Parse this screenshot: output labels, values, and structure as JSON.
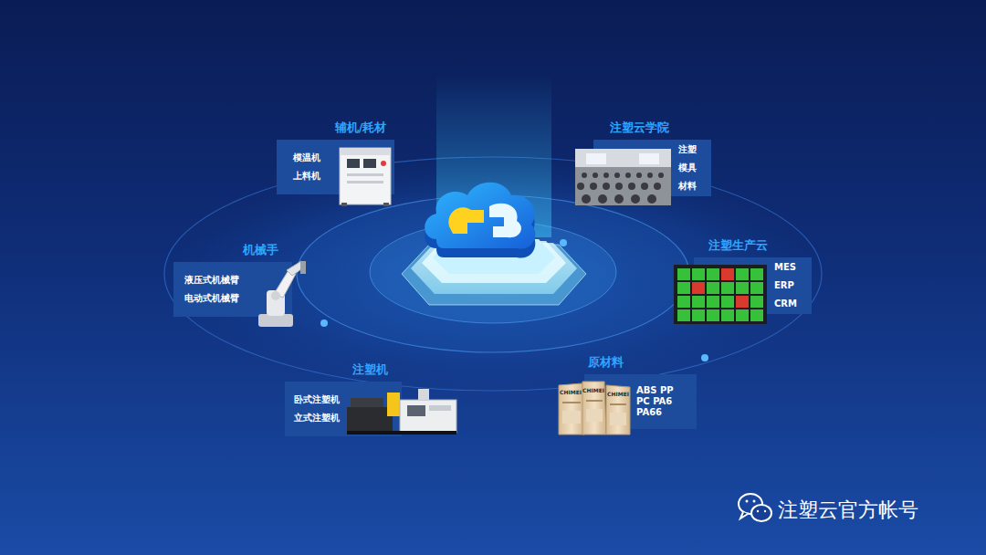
{
  "diagram": {
    "nodes": [
      {
        "text": [
          "辅机/耗材",
          "模温机",
          "上料机"
        ]
      },
      {
        "text": [
          "注塑云学院",
          "注塑",
          "模具",
          "材料"
        ]
      },
      {
        "text": [
          "机械手",
          "液压式机械臂",
          "电动式机械臂"
        ]
      },
      {
        "text": [
          "注塑生产云",
          "MES",
          "ERP",
          "CRM"
        ]
      },
      {
        "text": [
          "注塑机",
          "卧式注塑机",
          "立式注塑机"
        ]
      },
      {
        "text": [
          "原材料",
          "ABS PP PC PA6 PA66"
        ]
      }
    ],
    "labels": [
      "CHIMEI",
      "CHIMEI",
      "CHIMEI",
      "注塑云官方帐号"
    ]
  }
}
